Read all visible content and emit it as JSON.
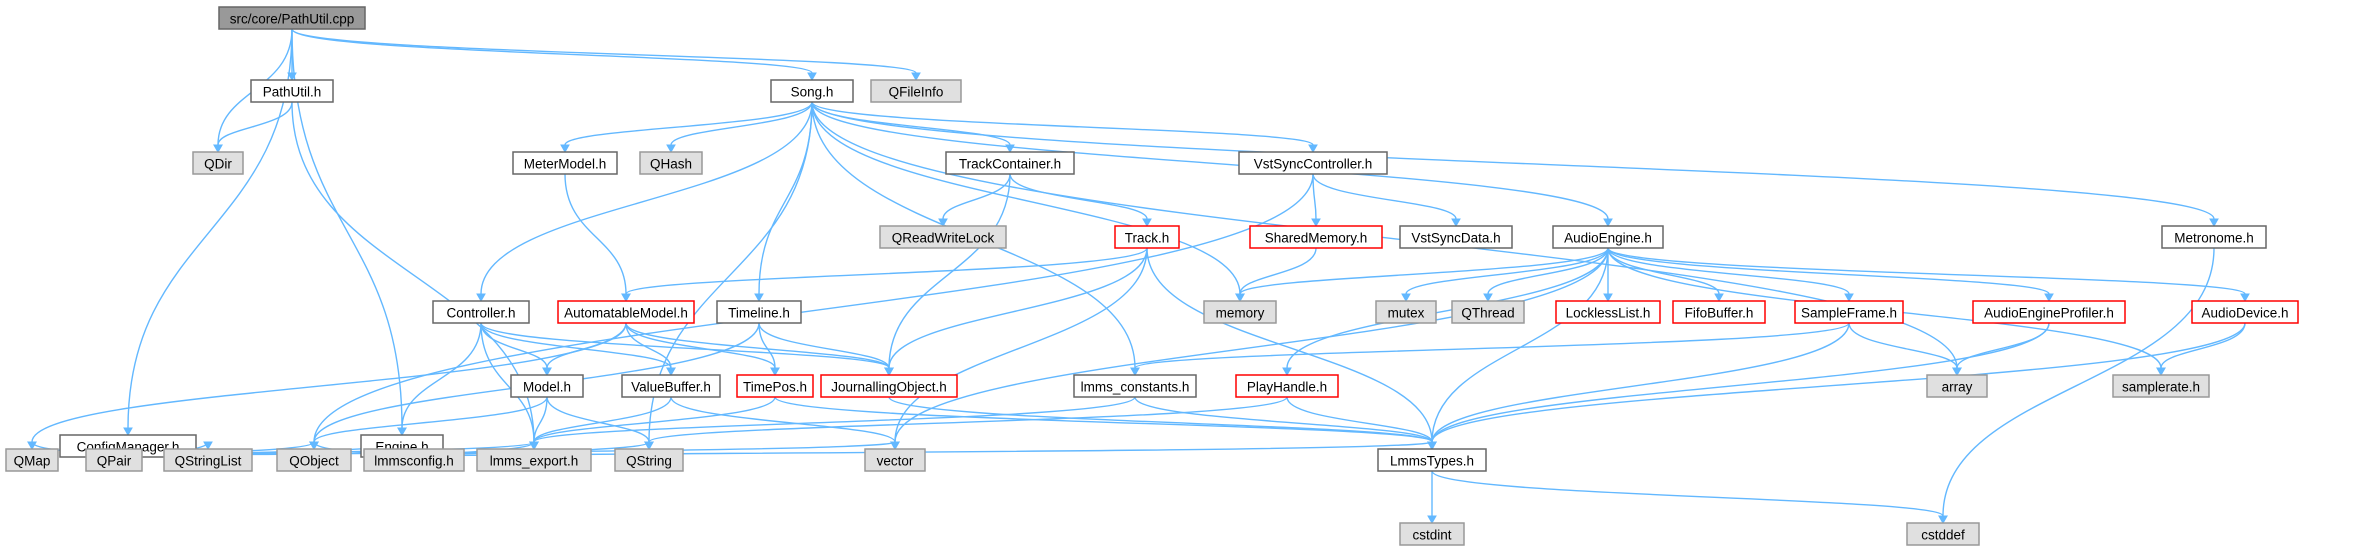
{
  "graph": {
    "nodes": [
      {
        "id": "pathutil_cpp",
        "label": "src/core/PathUtil.cpp",
        "kind": "root"
      },
      {
        "id": "pathutil_h",
        "label": "PathUtil.h",
        "kind": "local"
      },
      {
        "id": "qdir",
        "label": "QDir",
        "kind": "external"
      },
      {
        "id": "qfileinfo",
        "label": "QFileInfo",
        "kind": "external"
      },
      {
        "id": "song_h",
        "label": "Song.h",
        "kind": "local"
      },
      {
        "id": "configmanager_h",
        "label": "ConfigManager.h",
        "kind": "local"
      },
      {
        "id": "engine_h",
        "label": "Engine.h",
        "kind": "local"
      },
      {
        "id": "metermodel_h",
        "label": "MeterModel.h",
        "kind": "local"
      },
      {
        "id": "qhash",
        "label": "QHash",
        "kind": "external"
      },
      {
        "id": "trackcontainer_h",
        "label": "TrackContainer.h",
        "kind": "local"
      },
      {
        "id": "vstsynccontroller_h",
        "label": "VstSyncController.h",
        "kind": "local"
      },
      {
        "id": "metronome_h",
        "label": "Metronome.h",
        "kind": "local"
      },
      {
        "id": "qreadwritelock",
        "label": "QReadWriteLock",
        "kind": "external"
      },
      {
        "id": "track_h",
        "label": "Track.h",
        "kind": "missing"
      },
      {
        "id": "sharedmemory_h",
        "label": "SharedMemory.h",
        "kind": "missing"
      },
      {
        "id": "vstsyncdata_h",
        "label": "VstSyncData.h",
        "kind": "local"
      },
      {
        "id": "audioengine_h",
        "label": "AudioEngine.h",
        "kind": "local"
      },
      {
        "id": "controller_h",
        "label": "Controller.h",
        "kind": "local"
      },
      {
        "id": "automatablemodel_h",
        "label": "AutomatableModel.h",
        "kind": "missing"
      },
      {
        "id": "timeline_h",
        "label": "Timeline.h",
        "kind": "local"
      },
      {
        "id": "memory",
        "label": "memory",
        "kind": "external"
      },
      {
        "id": "mutex",
        "label": "mutex",
        "kind": "external"
      },
      {
        "id": "qthread",
        "label": "QThread",
        "kind": "external"
      },
      {
        "id": "locklesslist_h",
        "label": "LocklessList.h",
        "kind": "missing"
      },
      {
        "id": "fifobuffer_h",
        "label": "FifoBuffer.h",
        "kind": "missing"
      },
      {
        "id": "sampleframe_h",
        "label": "SampleFrame.h",
        "kind": "missing"
      },
      {
        "id": "audioengineprofiler_h",
        "label": "AudioEngineProfiler.h",
        "kind": "missing"
      },
      {
        "id": "audiodevice_h",
        "label": "AudioDevice.h",
        "kind": "missing"
      },
      {
        "id": "model_h",
        "label": "Model.h",
        "kind": "local"
      },
      {
        "id": "valuebuffer_h",
        "label": "ValueBuffer.h",
        "kind": "local"
      },
      {
        "id": "timepos_h",
        "label": "TimePos.h",
        "kind": "missing"
      },
      {
        "id": "journallingobject_h",
        "label": "JournallingObject.h",
        "kind": "missing"
      },
      {
        "id": "lmms_constants_h",
        "label": "lmms_constants.h",
        "kind": "local"
      },
      {
        "id": "playhandle_h",
        "label": "PlayHandle.h",
        "kind": "missing"
      },
      {
        "id": "array",
        "label": "array",
        "kind": "external"
      },
      {
        "id": "samplerate_h",
        "label": "samplerate.h",
        "kind": "external"
      },
      {
        "id": "qmap",
        "label": "QMap",
        "kind": "external"
      },
      {
        "id": "qpair",
        "label": "QPair",
        "kind": "external"
      },
      {
        "id": "qstringlist",
        "label": "QStringList",
        "kind": "external"
      },
      {
        "id": "qobject",
        "label": "QObject",
        "kind": "external"
      },
      {
        "id": "lmmsconfig_h",
        "label": "lmmsconfig.h",
        "kind": "external"
      },
      {
        "id": "lmms_export_h",
        "label": "lmms_export.h",
        "kind": "external"
      },
      {
        "id": "qstring",
        "label": "QString",
        "kind": "external"
      },
      {
        "id": "vector",
        "label": "vector",
        "kind": "external"
      },
      {
        "id": "lmmstypes_h",
        "label": "LmmsTypes.h",
        "kind": "local"
      },
      {
        "id": "cstdint",
        "label": "cstdint",
        "kind": "external"
      },
      {
        "id": "cstddef",
        "label": "cstddef",
        "kind": "external"
      }
    ],
    "edges": [
      [
        "pathutil_cpp",
        "pathutil_h"
      ],
      [
        "pathutil_cpp",
        "qdir"
      ],
      [
        "pathutil_cpp",
        "qfileinfo"
      ],
      [
        "pathutil_cpp",
        "song_h"
      ],
      [
        "pathutil_cpp",
        "configmanager_h"
      ],
      [
        "pathutil_cpp",
        "engine_h"
      ],
      [
        "pathutil_h",
        "qdir"
      ],
      [
        "pathutil_h",
        "lmms_export_h"
      ],
      [
        "song_h",
        "metermodel_h"
      ],
      [
        "song_h",
        "qhash"
      ],
      [
        "song_h",
        "trackcontainer_h"
      ],
      [
        "song_h",
        "vstsynccontroller_h"
      ],
      [
        "song_h",
        "metronome_h"
      ],
      [
        "song_h",
        "audioengine_h"
      ],
      [
        "song_h",
        "controller_h"
      ],
      [
        "song_h",
        "timeline_h"
      ],
      [
        "song_h",
        "memory"
      ],
      [
        "song_h",
        "array"
      ],
      [
        "song_h",
        "lmms_constants_h"
      ],
      [
        "song_h",
        "qstring"
      ],
      [
        "metermodel_h",
        "automatablemodel_h"
      ],
      [
        "trackcontainer_h",
        "qreadwritelock"
      ],
      [
        "trackcontainer_h",
        "track_h"
      ],
      [
        "trackcontainer_h",
        "journallingobject_h"
      ],
      [
        "vstsynccontroller_h",
        "sharedmemory_h"
      ],
      [
        "vstsynccontroller_h",
        "vstsyncdata_h"
      ],
      [
        "vstsynccontroller_h",
        "qobject"
      ],
      [
        "sharedmemory_h",
        "memory"
      ],
      [
        "metronome_h",
        "cstddef"
      ],
      [
        "track_h",
        "automatablemodel_h"
      ],
      [
        "track_h",
        "journallingobject_h"
      ],
      [
        "track_h",
        "vector"
      ],
      [
        "track_h",
        "lmmstypes_h"
      ],
      [
        "audioengine_h",
        "memory"
      ],
      [
        "audioengine_h",
        "mutex"
      ],
      [
        "audioengine_h",
        "qthread"
      ],
      [
        "audioengine_h",
        "locklesslist_h"
      ],
      [
        "audioengine_h",
        "fifobuffer_h"
      ],
      [
        "audioengine_h",
        "sampleframe_h"
      ],
      [
        "audioengine_h",
        "audioengineprofiler_h"
      ],
      [
        "audioengine_h",
        "audiodevice_h"
      ],
      [
        "audioengine_h",
        "samplerate_h"
      ],
      [
        "audioengine_h",
        "playhandle_h"
      ],
      [
        "audioengine_h",
        "vector"
      ],
      [
        "audioengine_h",
        "lmmstypes_h"
      ],
      [
        "sampleframe_h",
        "array"
      ],
      [
        "sampleframe_h",
        "lmms_constants_h"
      ],
      [
        "sampleframe_h",
        "lmmstypes_h"
      ],
      [
        "audioengineprofiler_h",
        "array"
      ],
      [
        "audioengineprofiler_h",
        "lmmstypes_h"
      ],
      [
        "audiodevice_h",
        "samplerate_h"
      ],
      [
        "audiodevice_h",
        "lmmstypes_h"
      ],
      [
        "controller_h",
        "engine_h"
      ],
      [
        "controller_h",
        "model_h"
      ],
      [
        "controller_h",
        "valuebuffer_h"
      ],
      [
        "controller_h",
        "journallingobject_h"
      ],
      [
        "controller_h",
        "lmms_export_h"
      ],
      [
        "automatablemodel_h",
        "model_h"
      ],
      [
        "automatablemodel_h",
        "valuebuffer_h"
      ],
      [
        "automatablemodel_h",
        "timepos_h"
      ],
      [
        "automatablemodel_h",
        "journallingobject_h"
      ],
      [
        "automatablemodel_h",
        "qmap"
      ],
      [
        "timeline_h",
        "timepos_h"
      ],
      [
        "timeline_h",
        "journallingobject_h"
      ],
      [
        "timeline_h",
        "qobject"
      ],
      [
        "model_h",
        "qobject"
      ],
      [
        "model_h",
        "lmms_export_h"
      ],
      [
        "model_h",
        "qstring"
      ],
      [
        "valuebuffer_h",
        "lmms_export_h"
      ],
      [
        "valuebuffer_h",
        "vector"
      ],
      [
        "timepos_h",
        "lmms_export_h"
      ],
      [
        "timepos_h",
        "lmmstypes_h"
      ],
      [
        "journallingobject_h",
        "lmmstypes_h"
      ],
      [
        "lmms_constants_h",
        "lmmstypes_h"
      ],
      [
        "lmms_constants_h",
        "lmms_export_h"
      ],
      [
        "playhandle_h",
        "lmmstypes_h"
      ],
      [
        "playhandle_h",
        "qstring"
      ],
      [
        "engine_h",
        "qobject"
      ],
      [
        "engine_h",
        "lmmsconfig_h"
      ],
      [
        "engine_h",
        "lmms_export_h"
      ],
      [
        "engine_h",
        "lmmstypes_h"
      ],
      [
        "engine_h",
        "qstring"
      ],
      [
        "configmanager_h",
        "qmap"
      ],
      [
        "configmanager_h",
        "qpair"
      ],
      [
        "configmanager_h",
        "qstringlist"
      ],
      [
        "configmanager_h",
        "qobject"
      ],
      [
        "configmanager_h",
        "lmmsconfig_h"
      ],
      [
        "configmanager_h",
        "lmms_export_h"
      ],
      [
        "configmanager_h",
        "vector"
      ],
      [
        "lmmstypes_h",
        "cstdint"
      ],
      [
        "lmmstypes_h",
        "cstddef"
      ]
    ]
  },
  "colors": {
    "edge": "#63b8ff",
    "root_fill": "#999999",
    "root_stroke": "#666666",
    "local_fill": "#ffffff",
    "local_stroke": "#666666",
    "missing_fill": "#ffffff",
    "missing_stroke": "#ff0000",
    "external_fill": "#e0e0e0",
    "external_stroke": "#999999"
  }
}
